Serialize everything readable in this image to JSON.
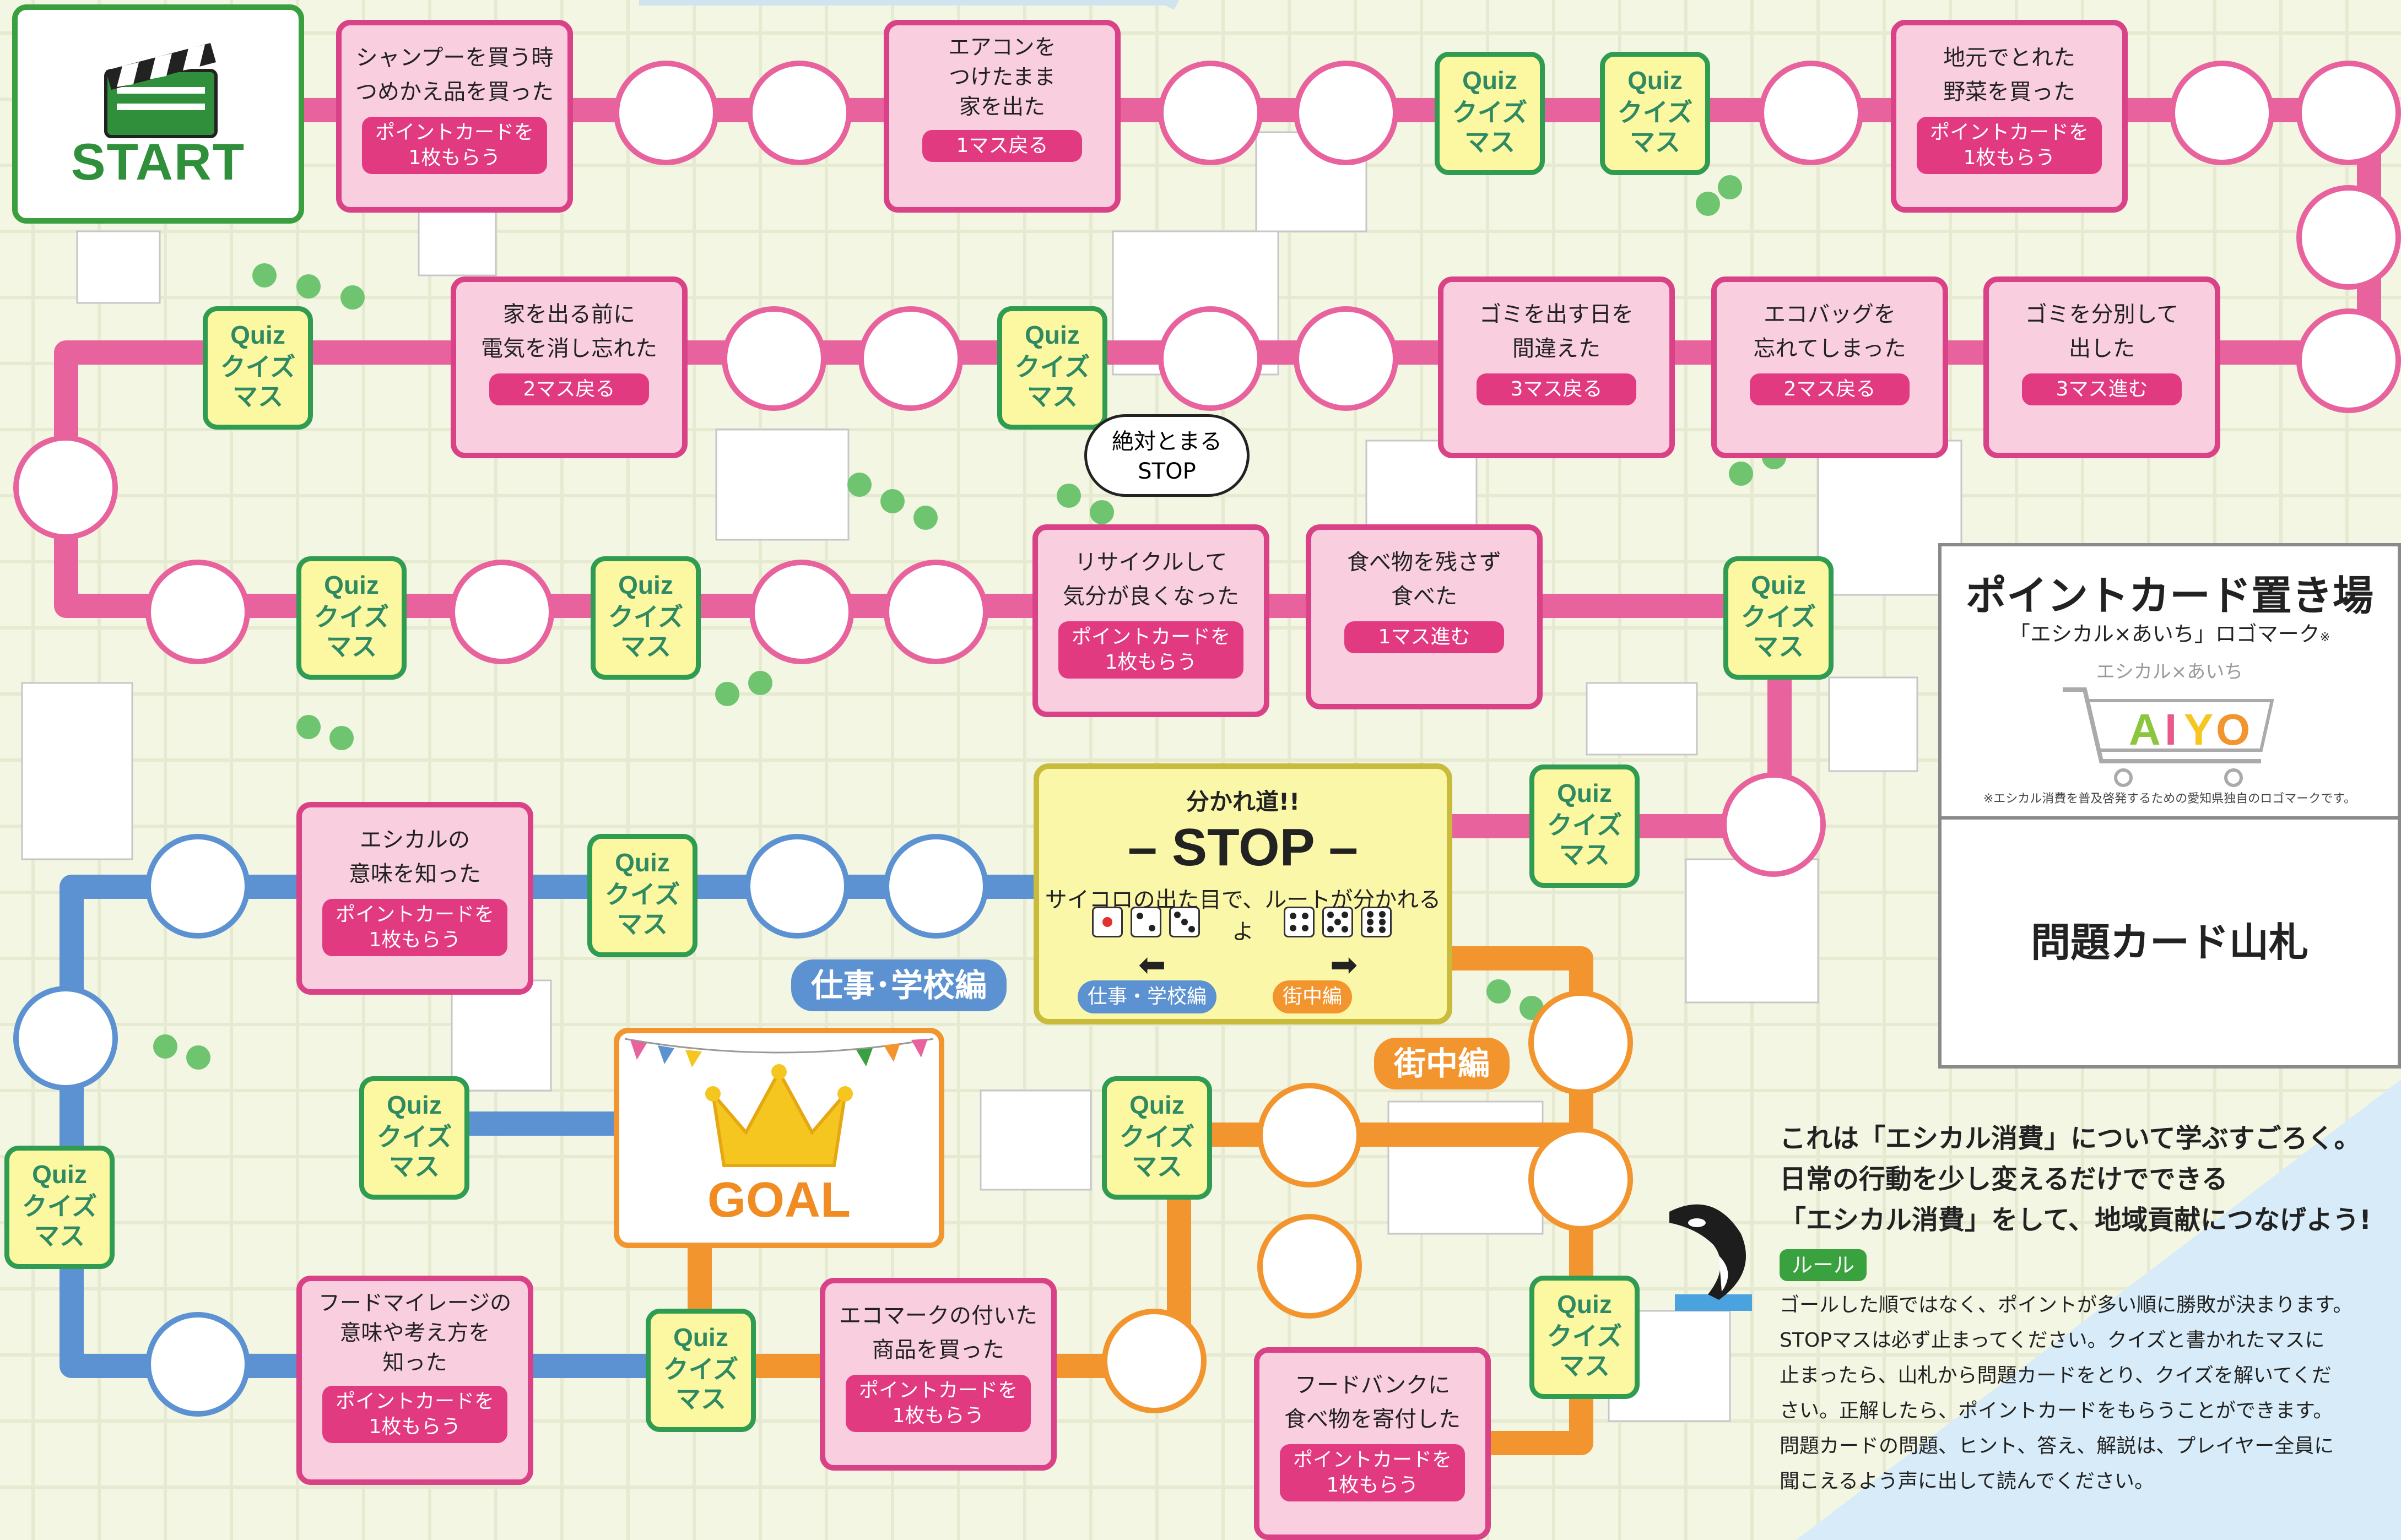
{
  "start": {
    "label": "START"
  },
  "events": [
    {
      "id": "e1",
      "lines": [
        "シャンプーを買う時",
        "つめかえ品を買った"
      ],
      "badge": [
        "ポイントカードを",
        "1枚もらう"
      ]
    },
    {
      "id": "e2",
      "lines": [
        "エアコンを",
        "つけたまま",
        "家を出た"
      ],
      "badge": [
        "1マス戻る"
      ]
    },
    {
      "id": "e3",
      "lines": [
        "地元でとれた",
        "野菜を買った"
      ],
      "badge": [
        "ポイントカードを",
        "1枚もらう"
      ]
    },
    {
      "id": "e4",
      "lines": [
        "家を出る前に",
        "電気を消し忘れた"
      ],
      "badge": [
        "2マス戻る"
      ]
    },
    {
      "id": "e5",
      "lines": [
        "ゴミを出す日を",
        "間違えた"
      ],
      "badge": [
        "3マス戻る"
      ]
    },
    {
      "id": "e6",
      "lines": [
        "エコバッグを",
        "忘れてしまった"
      ],
      "badge": [
        "2マス戻る"
      ]
    },
    {
      "id": "e7",
      "lines": [
        "ゴミを分別して",
        "出した"
      ],
      "badge": [
        "3マス進む"
      ]
    },
    {
      "id": "e8",
      "lines": [
        "リサイクルして",
        "気分が良くなった"
      ],
      "badge": [
        "ポイントカードを",
        "1枚もらう"
      ]
    },
    {
      "id": "e9",
      "lines": [
        "食べ物を残さず",
        "食べた"
      ],
      "badge": [
        "1マス進む"
      ]
    },
    {
      "id": "e10",
      "lines": [
        "エシカルの",
        "意味を知った"
      ],
      "badge": [
        "ポイントカードを",
        "1枚もらう"
      ]
    },
    {
      "id": "e11",
      "lines": [
        "フードマイレージの",
        "意味や考え方を",
        "知った"
      ],
      "badge": [
        "ポイントカードを",
        "1枚もらう"
      ]
    },
    {
      "id": "e12",
      "lines": [
        "エコマークの付いた",
        "商品を買った"
      ],
      "badge": [
        "ポイントカードを",
        "1枚もらう"
      ]
    },
    {
      "id": "e13",
      "lines": [
        "フードバンクに",
        "食べ物を寄付した"
      ],
      "badge": [
        "ポイントカードを",
        "1枚もらう"
      ]
    }
  ],
  "quiz": {
    "en": "Quiz",
    "line1": "クイズ",
    "line2": "マス"
  },
  "stop_bubble": {
    "line1": "絶対とまる",
    "line2": "STOP"
  },
  "branch": {
    "header": "分かれ道!!",
    "title": "– STOP –",
    "desc": "サイコロの出た目で、ルートが分かれるよ",
    "left_label": "仕事・学校編",
    "right_label": "街中編"
  },
  "route_labels": {
    "work_school": "仕事･学校編",
    "town": "街中編"
  },
  "goal": {
    "label": "GOAL"
  },
  "panel": {
    "title": "ポイントカード置き場",
    "subtitle": "「エシカル×あいち」ロゴマーク",
    "subtitle_mark": "※",
    "logo_text": "エシカル×あいち",
    "logo_letters": "AIYO",
    "note": "※エシカル消費を普及啓発するための愛知県独自のロゴマークです。",
    "deck": "問題カード山札"
  },
  "info": {
    "headline": [
      "これは「エシカル消費」について学ぶすごろく。",
      "日常の行動を少し変えるだけでできる",
      "「エシカル消費」をして、地域貢献につなげよう!"
    ],
    "rule_label": "ルール",
    "rule_lines": [
      "ゴールした順ではなく、ポイントが多い順に勝敗が決まります。",
      "STOPマスは必ず止まってください。クイズと書かれたマスに",
      "止まったら、山札から問題カードをとり、クイズを解いてくだ",
      "さい。正解したら、ポイントカードをもらうことができます。",
      "問題カードの問題、ヒント、答え、解説は、プレイヤー全員に",
      "聞こえるよう声に出して読んでください。"
    ]
  },
  "colors": {
    "pink": "#e8639d",
    "blue": "#5c92d1",
    "orange": "#f2952f",
    "green": "#3a9f3e"
  }
}
